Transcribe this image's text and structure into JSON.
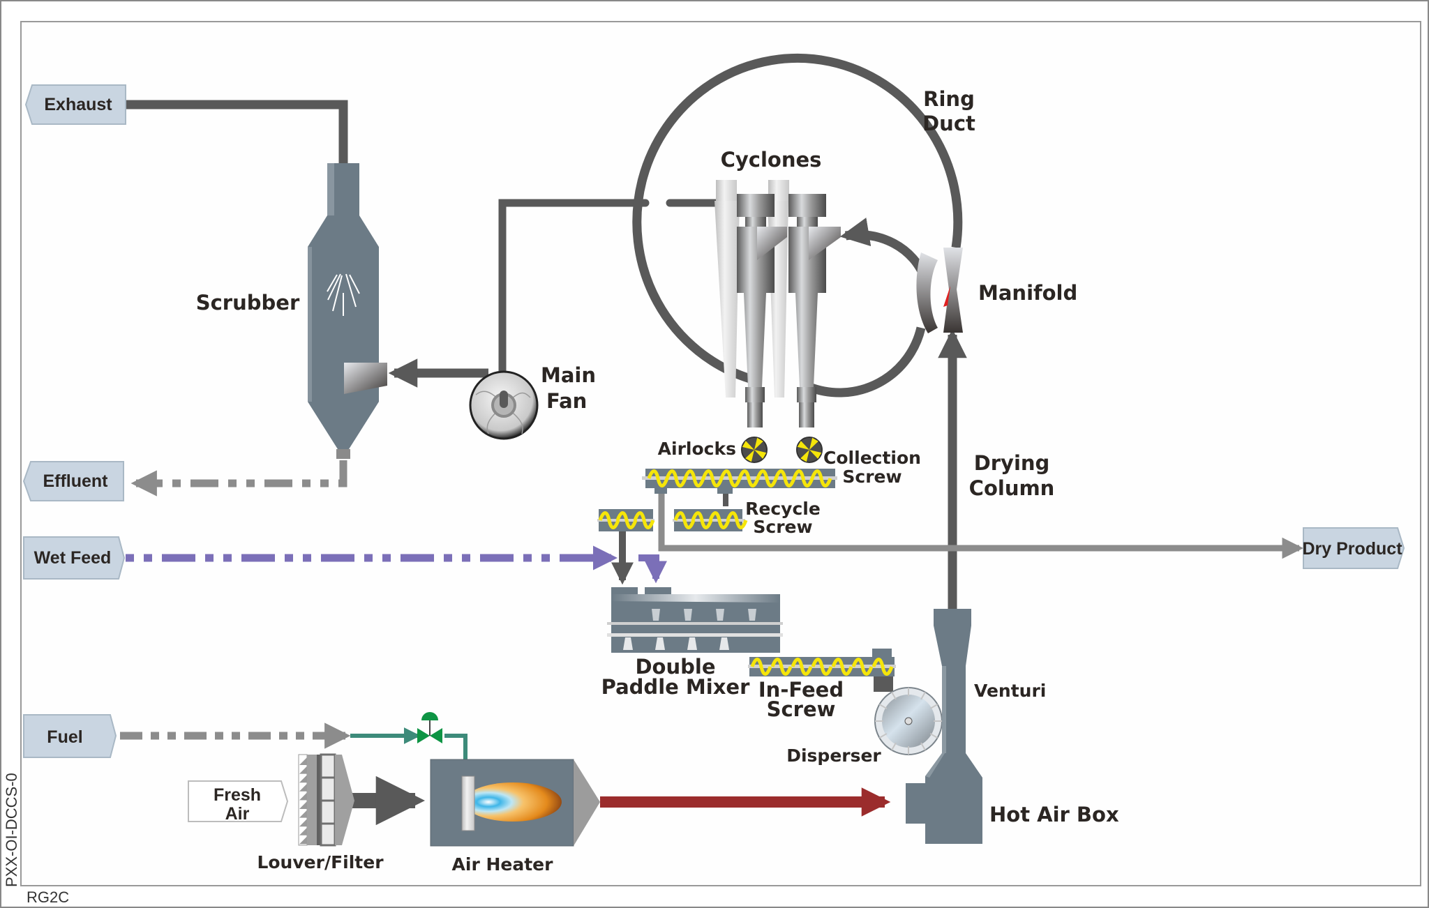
{
  "diagram": {
    "title": "Ring Dryer Process Flow",
    "document_id": "PXX-OI-DCCS-0",
    "revision": "RG2C",
    "colors": {
      "pipe_dark": "#595959",
      "pipe_mid": "#8c8c8c",
      "wet_feed": "#7b6fb8",
      "fuel_line": "#3d8b7a",
      "valve": "#0e9444",
      "hot_air": "#9b2c2c",
      "equipment": "#6c7b86",
      "io_box": "#c9d5e1",
      "screw_flight": "#f5e50a"
    }
  },
  "io_boxes": {
    "exhaust": "Exhaust",
    "effluent": "Effluent",
    "wet_feed": "Wet Feed",
    "fuel": "Fuel",
    "fresh_air": [
      "Fresh",
      "Air"
    ],
    "dry_product": "Dry Product"
  },
  "equipment_labels": {
    "scrubber": "Scrubber",
    "main_fan": [
      "Main",
      "Fan"
    ],
    "cyclones": "Cyclones",
    "ring_duct": [
      "Ring",
      "Duct"
    ],
    "manifold": "Manifold",
    "airlocks": "Airlocks",
    "collection_screw": [
      "Collection",
      "Screw"
    ],
    "recycle_screw": [
      "Recycle",
      "Screw"
    ],
    "drying_column": [
      "Drying",
      "Column"
    ],
    "double_paddle_mixer": [
      "Double",
      "Paddle Mixer"
    ],
    "in_feed_screw": [
      "In-Feed",
      "Screw"
    ],
    "venturi": "Venturi",
    "disperser": "Disperser",
    "hot_air_box": "Hot Air Box",
    "louver_filter": "Louver/Filter",
    "air_heater": "Air Heater"
  }
}
